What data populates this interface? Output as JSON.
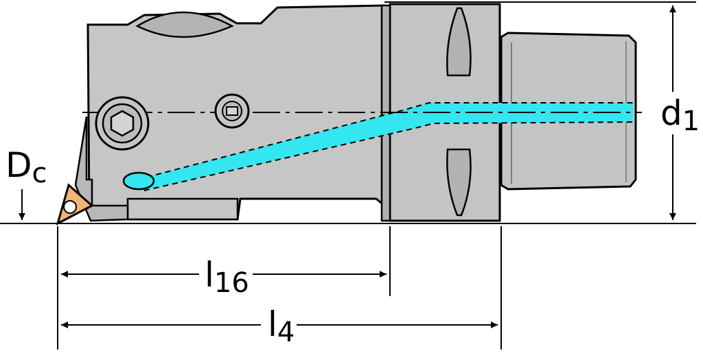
{
  "drawing": {
    "colors": {
      "background": "#ffffff",
      "body": "#c8c8c8",
      "body_dark": "#a8a8a8",
      "outline": "#000000",
      "coolant": "#33e6f0",
      "insert": "#f2b476"
    },
    "labels": {
      "dc_main": "D",
      "dc_sub": "c",
      "d1_main": "d",
      "d1_sub": "1",
      "l16_main": "l",
      "l16_sub": "16",
      "l4_main": "l",
      "l4_sub": "4"
    },
    "icons": {
      "socket_screw": "hex-socket-screw-icon",
      "nozzle": "coolant-nozzle-icon",
      "insert": "triangular-insert-icon"
    }
  }
}
